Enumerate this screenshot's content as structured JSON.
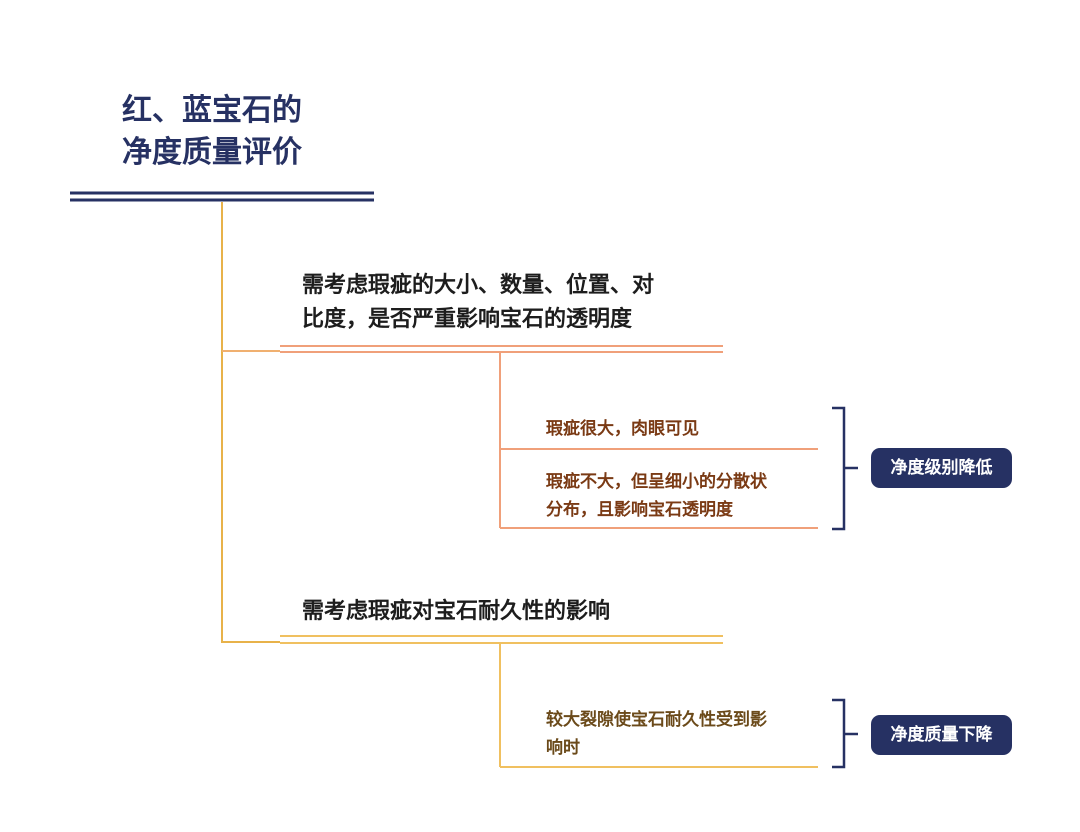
{
  "title": {
    "line1": "红、蓝宝石的",
    "line2": "净度质量评价"
  },
  "branches": [
    {
      "lines": [
        "需考虑瑕疵的大小、数量、位置、对",
        "比度，是否严重影响宝石的透明度"
      ],
      "children": [
        {
          "lines": [
            "瑕疵很大，肉眼可见"
          ]
        },
        {
          "lines": [
            "瑕疵不大，但呈细小的分散状",
            "分布，且影响宝石透明度"
          ]
        }
      ],
      "result": "净度级别降低"
    },
    {
      "lines": [
        "需考虑瑕疵对宝石耐久性的影响"
      ],
      "children": [
        {
          "lines": [
            "较大裂隙使宝石耐久性受到影",
            "响时"
          ]
        }
      ],
      "result": "净度质量下降"
    }
  ],
  "colors": {
    "navy": "#263163",
    "trunk": "#e8b24a",
    "branch1_lines": "#f0a07a",
    "branch1_text": "#7a3a14",
    "branch2_lines": "#f0c060"
  }
}
